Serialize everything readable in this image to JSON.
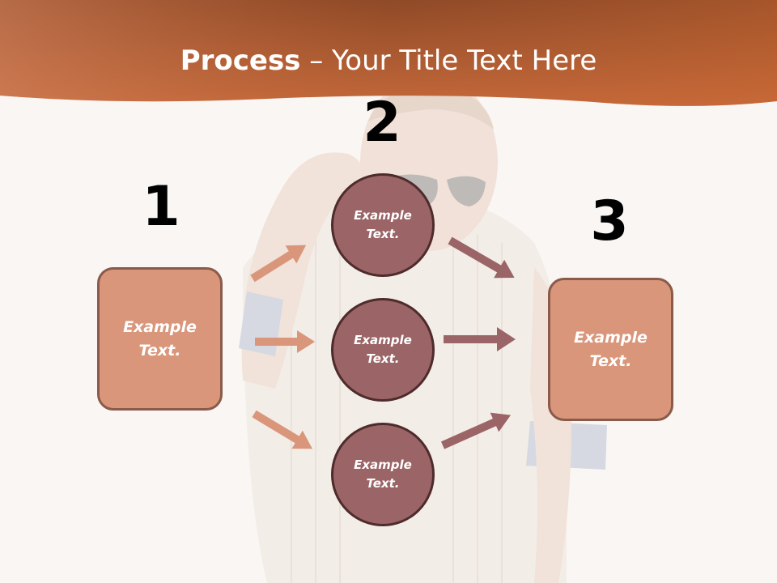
{
  "slide": {
    "title_bold": "Process",
    "title_rest": " – Your Title Text Here",
    "steps": {
      "one": {
        "number": "1",
        "text": "Example\nText."
      },
      "two": {
        "number": "2",
        "circles": [
          "Example\nText.",
          "Example\nText.",
          "Example\nText."
        ]
      },
      "three": {
        "number": "3",
        "text": "Example\nText."
      }
    },
    "colors": {
      "header": "#c76a3a",
      "box_fill": "#d9967a",
      "circle_fill": "#9b6466",
      "arrow_left": "#d9967a",
      "arrow_right": "#9b6466"
    }
  }
}
